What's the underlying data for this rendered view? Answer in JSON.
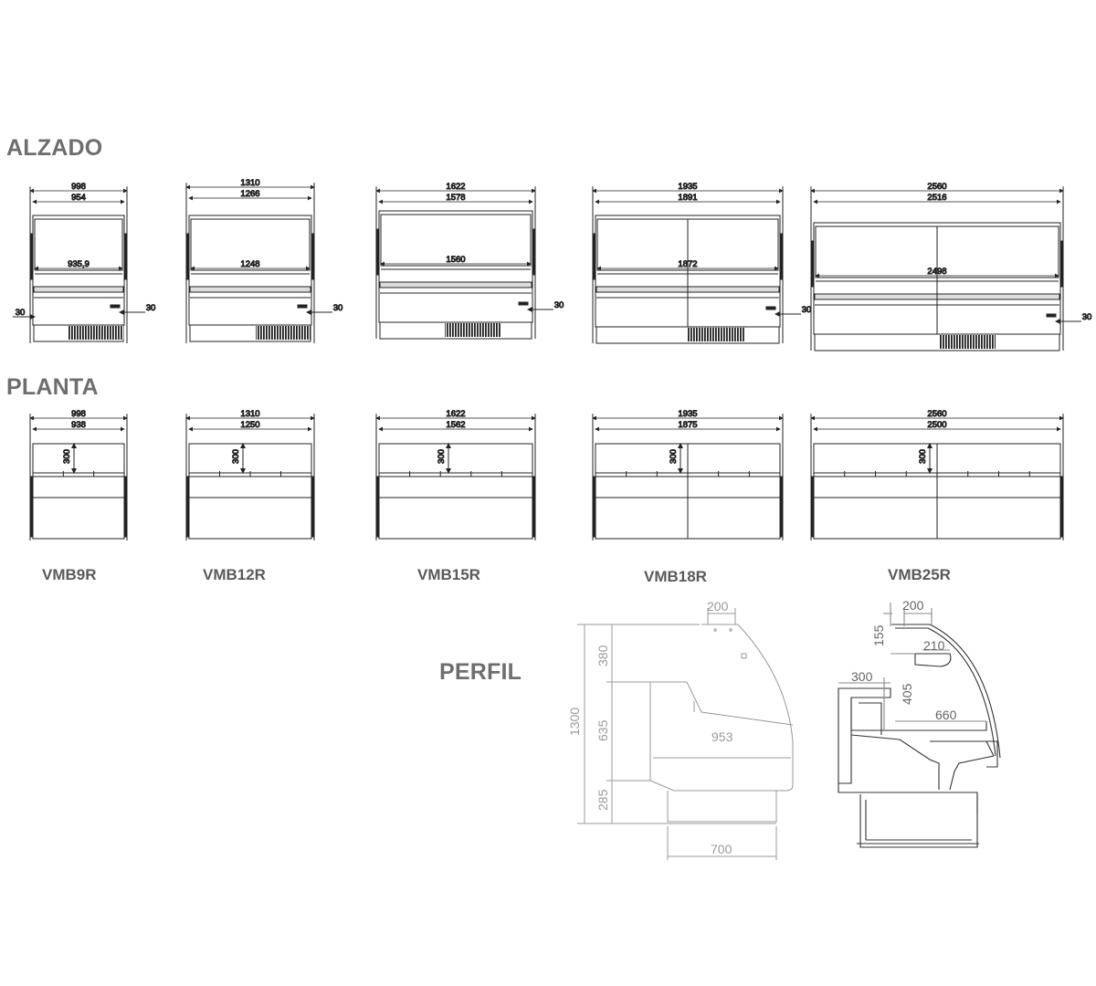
{
  "sections": {
    "alzado": "ALZADO",
    "planta": "PLANTA",
    "perfil": "PERFIL"
  },
  "models": [
    {
      "name": "VMB9R",
      "alzado": {
        "overall": "998",
        "inner": "954",
        "shelf": "935,9",
        "side": "30"
      },
      "planta": {
        "overall": "998",
        "inner": "938",
        "depth": "300"
      }
    },
    {
      "name": "VMB12R",
      "alzado": {
        "overall": "1310",
        "inner": "1266",
        "shelf": "1248",
        "side": "30"
      },
      "planta": {
        "overall": "1310",
        "inner": "1250",
        "depth": "300"
      }
    },
    {
      "name": "VMB15R",
      "alzado": {
        "overall": "1622",
        "inner": "1578",
        "shelf": "1560",
        "side": "30"
      },
      "planta": {
        "overall": "1622",
        "inner": "1562",
        "depth": "300"
      }
    },
    {
      "name": "VMB18R",
      "alzado": {
        "overall": "1935",
        "inner": "1891",
        "shelf": "1872",
        "side": "30"
      },
      "planta": {
        "overall": "1935",
        "inner": "1875",
        "depth": "300"
      }
    },
    {
      "name": "VMB25R",
      "alzado": {
        "overall": "2560",
        "inner": "2516",
        "shelf": "2498",
        "side": "30"
      },
      "planta": {
        "overall": "2560",
        "inner": "2500",
        "depth": "300"
      }
    }
  ],
  "alzado_left_side": "30",
  "perfil": {
    "top": "200",
    "h_top": "380",
    "h_mid": "635",
    "h_base": "285",
    "total_height": "1300",
    "depth": "953",
    "base_depth": "700",
    "r_top": "200",
    "r_155": "155",
    "r_210": "210",
    "r_300": "300",
    "r_405": "405",
    "r_660": "660"
  }
}
